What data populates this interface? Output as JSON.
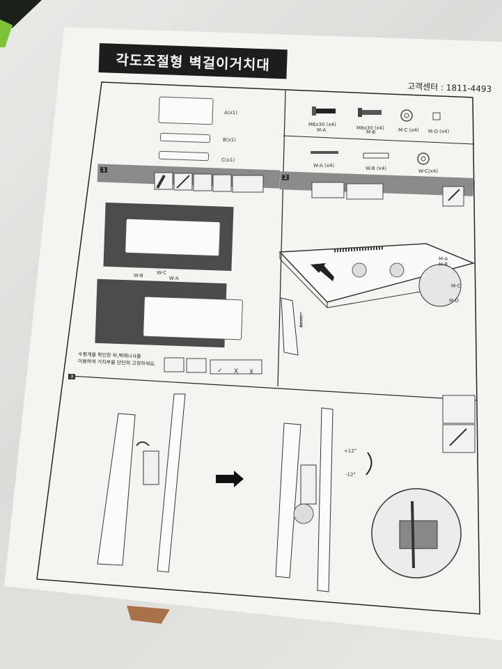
{
  "title": "각도조절형 벽걸이거치대",
  "support": "고객센터 : 1811-4493",
  "parts": [
    {
      "label": "A(x1)"
    },
    {
      "label": "B(x1)"
    },
    {
      "label": "C(x1)"
    }
  ],
  "screws_top": [
    {
      "label": "M6x30 (x4)",
      "code": "M-A"
    },
    {
      "label": "M8x30 (x4)",
      "code": "M-B"
    },
    {
      "label": "M-C (x4)"
    },
    {
      "label": "M-D (x4)"
    }
  ],
  "screws_bottom": [
    {
      "label": "W-A (x4)"
    },
    {
      "label": "W-B (x4)"
    },
    {
      "label": "W-C(x4)"
    }
  ],
  "steps": {
    "step1": "1",
    "step2": "2",
    "step3": "3"
  },
  "step1_labels": {
    "wb": "W-B",
    "wc": "W-C",
    "wa": "W-A"
  },
  "step1_caption_line1": "수평계를 확인한 뒤,벽에나사를",
  "step1_caption_line2": "이용하여 거치부를 단단히 고정하세요.",
  "check_marks": {
    "ok": "✓",
    "no1": "X",
    "no2": "X"
  },
  "step2_labels": {
    "ma": "M-A",
    "mb": "M-B",
    "mc": "M-C",
    "md": "M-D",
    "gap": "4mm"
  },
  "step3_labels": {
    "plus": "+12°",
    "minus": "-12°"
  }
}
